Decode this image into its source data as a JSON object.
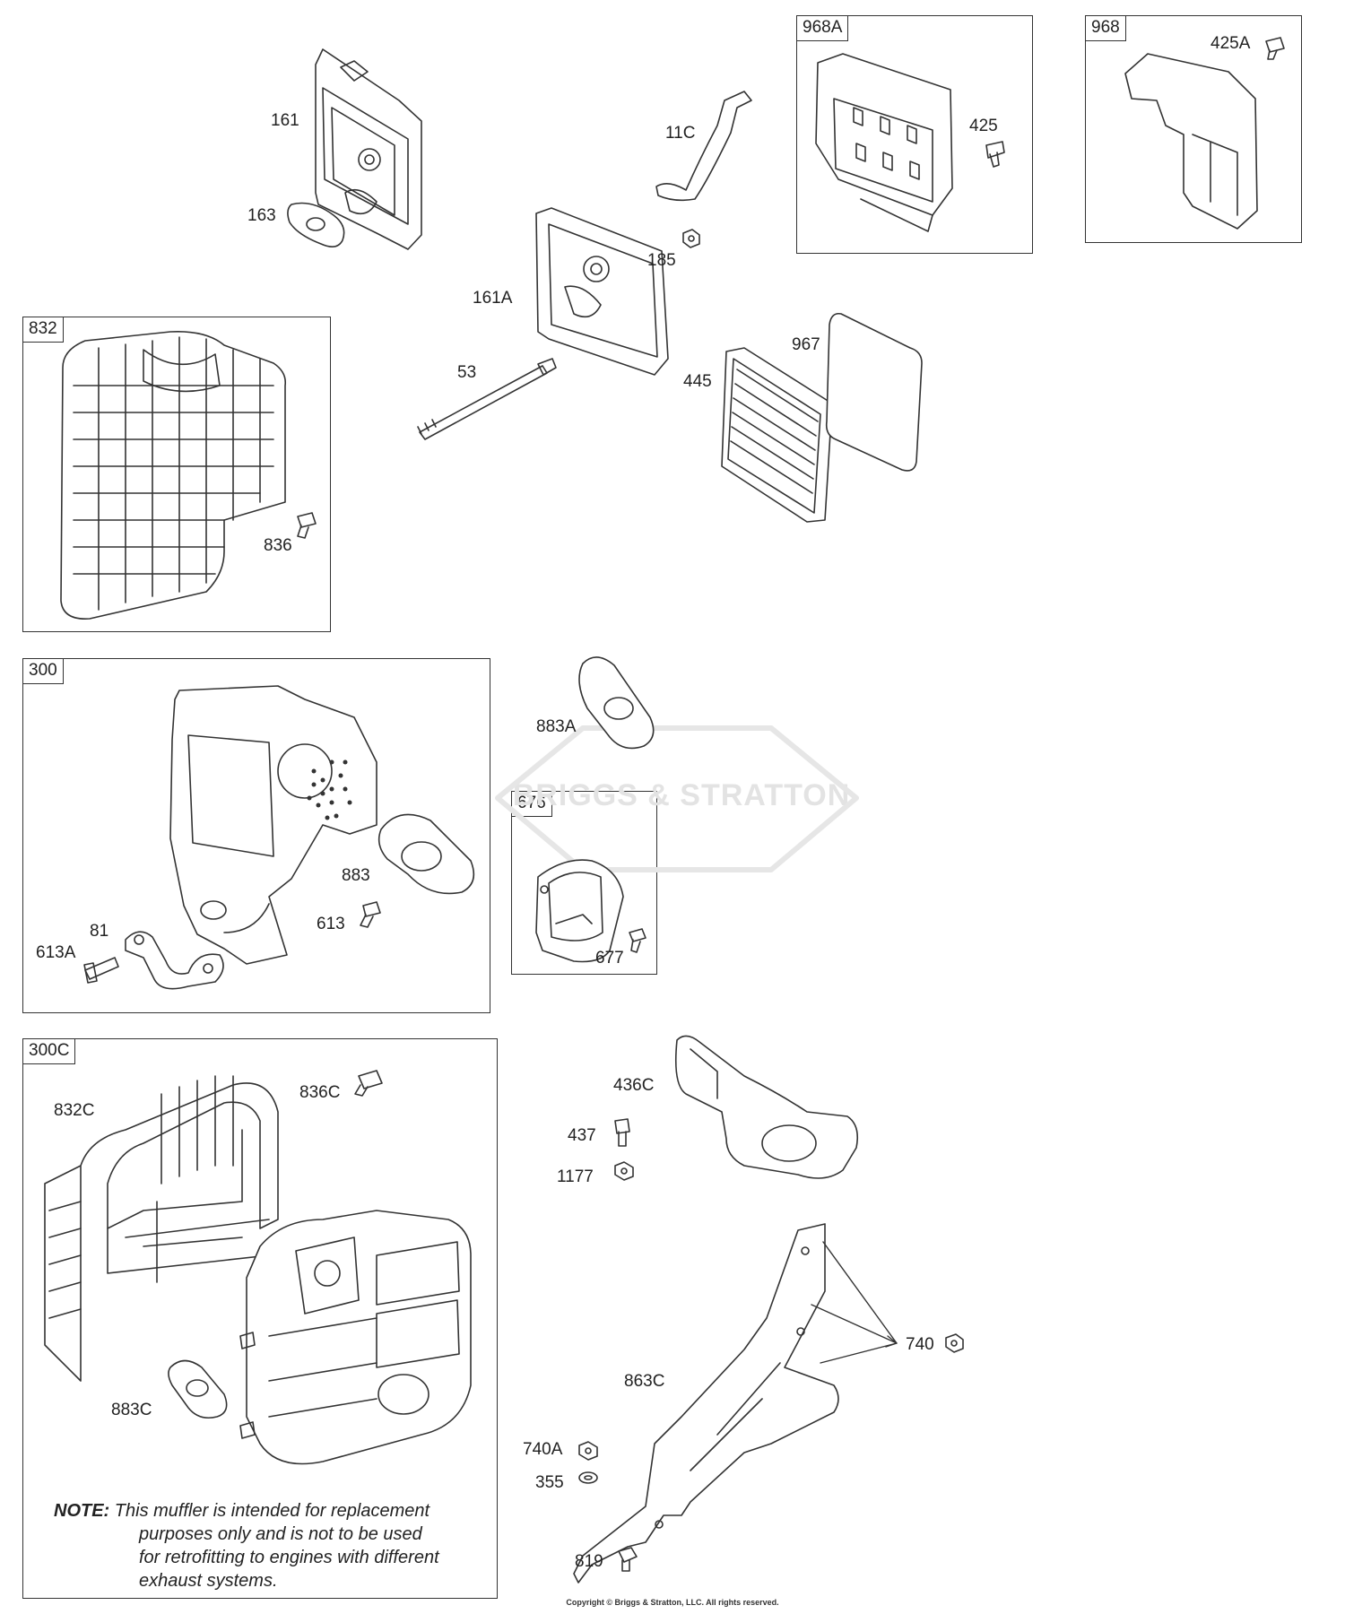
{
  "boxes": {
    "b968A": "968A",
    "b968": "968",
    "b832": "832",
    "b300": "300",
    "b676": "676",
    "b300C": "300C"
  },
  "labels": {
    "p161": "161",
    "p163": "163",
    "p11C": "11C",
    "p425": "425",
    "p425A": "425A",
    "p185": "185",
    "p161A": "161A",
    "p53": "53",
    "p967": "967",
    "p445": "445",
    "p836": "836",
    "p883A": "883A",
    "p883": "883",
    "p613": "613",
    "p81": "81",
    "p613A": "613A",
    "p677": "677",
    "p836C": "836C",
    "p832C": "832C",
    "p883C": "883C",
    "p436C": "436C",
    "p437": "437",
    "p1177": "1177",
    "p740": "740",
    "p863C": "863C",
    "p740A": "740A",
    "p355": "355",
    "p819": "819"
  },
  "note": {
    "head": "NOTE:",
    "line1": "This muffler is intended for replacement",
    "line2": "purposes only and is not to be used",
    "line3": "for retrofitting to engines with different",
    "line4": "exhaust systems."
  },
  "watermark": "BRIGGS & STRATTON",
  "copyright": "Copyright © Briggs & Stratton, LLC. All rights reserved."
}
